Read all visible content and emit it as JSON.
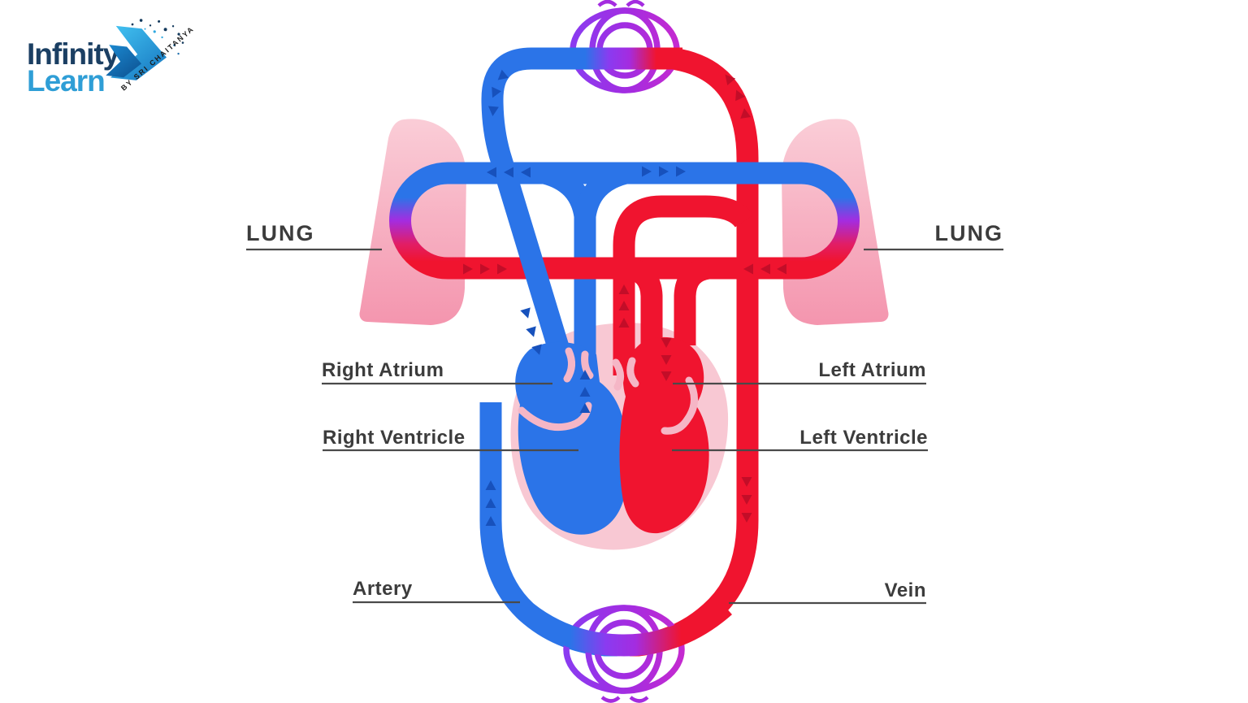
{
  "logo": {
    "brand_line1": "Infinity",
    "brand_line2": "Learn",
    "tagline": "BY SRI CHAITANYA",
    "arrow_icon": "double-chevron-right"
  },
  "diagram": {
    "labels": {
      "lung_left": "LUNG",
      "lung_right": "LUNG",
      "right_atrium": "Right Atrium",
      "left_atrium": "Left Atrium",
      "right_ventricle": "Right Ventricle",
      "left_ventricle": "Left Ventricle",
      "artery": "Artery",
      "vein": "Vein"
    },
    "parts": [
      {
        "name": "head-capillary-bed",
        "style": "purple wireframe oval, top center"
      },
      {
        "name": "body-capillary-bed",
        "style": "purple wireframe oval, bottom center"
      },
      {
        "name": "lung-left",
        "style": "pink lobe shape"
      },
      {
        "name": "lung-right",
        "style": "pink lobe shape"
      },
      {
        "name": "heart",
        "style": "pink blob with blue right chambers and red left chambers"
      },
      {
        "name": "blue-vessel-loop",
        "style": "deoxygenated blood path"
      },
      {
        "name": "red-vessel-loop",
        "style": "oxygenated blood path"
      }
    ],
    "flow_arrows": [
      {
        "location": "vein-from-head",
        "direction": "down",
        "count": 3
      },
      {
        "location": "vein-diagonal-to-right-atrium",
        "direction": "down-right",
        "count": 3
      },
      {
        "location": "pulmonary-artery-left-branch",
        "direction": "left",
        "count": 3
      },
      {
        "location": "pulmonary-artery-right-branch",
        "direction": "right",
        "count": 3
      },
      {
        "location": "pulmonary-trunk",
        "direction": "up",
        "count": 3
      },
      {
        "location": "vessel-from-lower-body",
        "direction": "up",
        "count": 3
      },
      {
        "location": "artery-to-head",
        "direction": "up",
        "count": 3
      },
      {
        "location": "pulmonary-vein-left",
        "direction": "right",
        "count": 3
      },
      {
        "location": "pulmonary-vein-right",
        "direction": "left",
        "count": 3
      },
      {
        "location": "aorta-leaving-left-ventricle",
        "direction": "up",
        "count": 3
      },
      {
        "location": "into-left-atrium",
        "direction": "down",
        "count": 3
      },
      {
        "location": "artery-to-lower-body",
        "direction": "down",
        "count": 3
      }
    ]
  },
  "colors": {
    "blue": "#2B74E8",
    "blue-dark": "#1751BC",
    "red": "#F0142F",
    "red-dark": "#C30D28",
    "purple": "#8A3BF0",
    "violet": "#A42CE0",
    "magenta": "#C42AD0",
    "pinkred": "#E11E66",
    "lung-pink-light": "#FACDD7",
    "lung-pink": "#F495AE",
    "heart-pink": "#F8C8D3",
    "valve-pink": "#F5B6C6",
    "text": "#3C3C3C",
    "line": "#4A4A4A",
    "logo-navy": "#1B3F63",
    "logo-blue": "#2F9ED6"
  }
}
